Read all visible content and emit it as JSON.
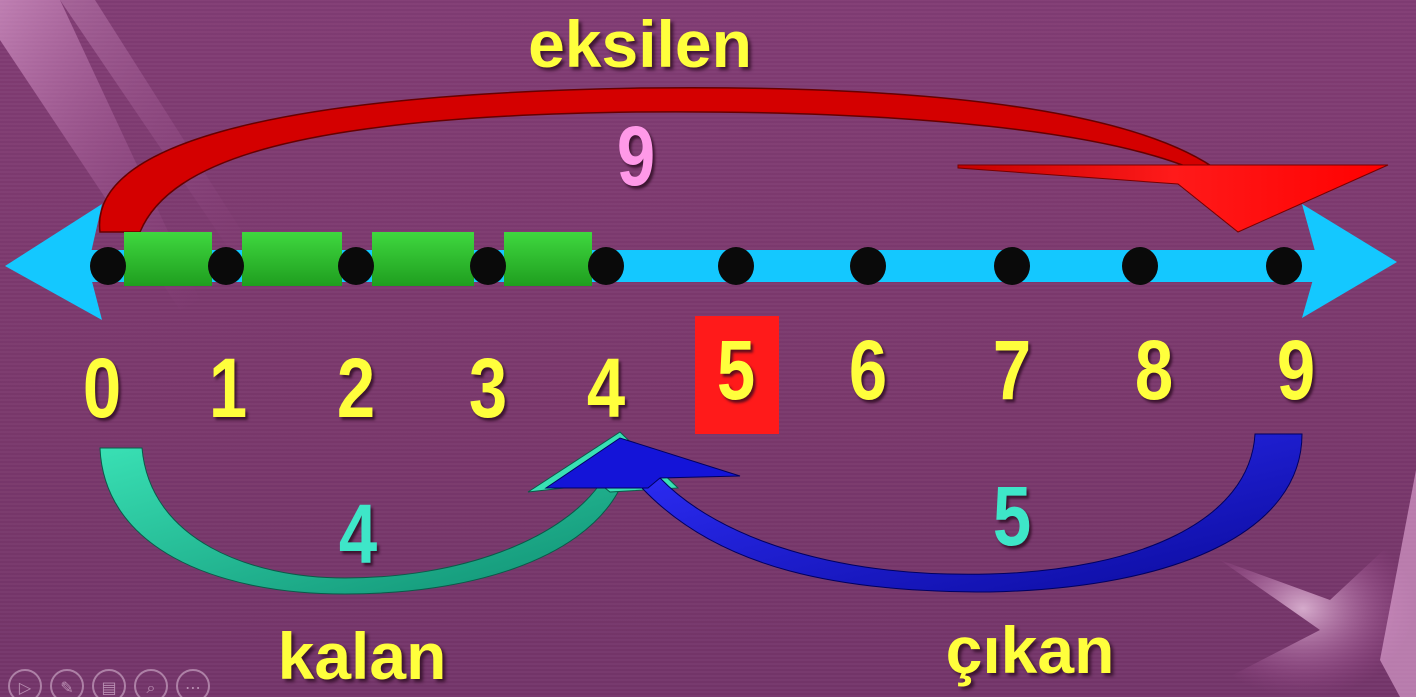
{
  "labels": {
    "top": "eksilen",
    "left_bottom": "kalan",
    "right_bottom": "çıkan"
  },
  "values": {
    "total": "9",
    "remainder": "4",
    "subtracted": "5"
  },
  "number_line": {
    "ticks": [
      "0",
      "1",
      "2",
      "3",
      "4",
      "5",
      "6",
      "7",
      "8",
      "9"
    ],
    "highlighted_tick": "5",
    "green_segments": 4
  },
  "colors": {
    "background": "#7b396f",
    "line": "#14c8ff",
    "label_yellow": "#ffff3c",
    "total_pink": "#ff99e8",
    "value_teal": "#3ee6c8",
    "arrow_red": "#ff1010",
    "arrow_teal": "#1fc9a4",
    "arrow_blue": "#1414d8",
    "segment_green": "#2fc42f",
    "highlight_red": "#ff1a1a"
  },
  "controls": {
    "icons": [
      "play-icon",
      "pen-icon",
      "slides-icon",
      "zoom-icon",
      "more-icon"
    ],
    "glyphs": [
      "▷",
      "✎",
      "▤",
      "⌕",
      "⋯"
    ]
  }
}
